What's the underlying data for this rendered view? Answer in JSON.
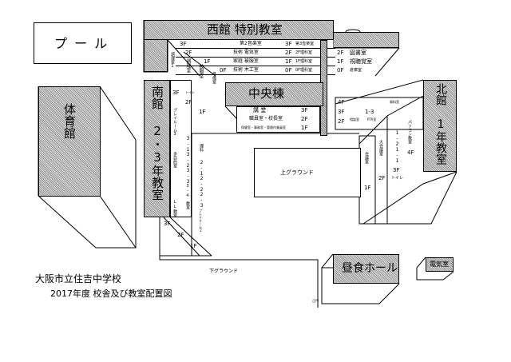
{
  "pool": "プ ー ル",
  "gym": "体育館",
  "west": {
    "title": "西館 特別教室",
    "rows": [
      {
        "floor": "3F",
        "room": "第2音楽室",
        "floor2": "3F",
        "room2": "第3音楽室"
      },
      {
        "floor": "2F",
        "room": "技術 電気室",
        "floor2": "2F",
        "room2": "2F理科室"
      },
      {
        "floor": "1F",
        "room": "家庭 被服室",
        "floor2": "1F",
        "room2": "1F理科室"
      },
      {
        "floor": "0F",
        "room": "技術 木工室",
        "floor2": "0F",
        "room2": "0F理科室"
      }
    ],
    "annex": [
      {
        "floor": "2F",
        "room": "図書室"
      },
      {
        "floor": "1F",
        "room": "視聴覚室"
      },
      {
        "floor": "0F",
        "room": "倉庫室"
      }
    ],
    "verticals": [
      "調理室1",
      "調理室",
      "被服室",
      "準備室"
    ]
  },
  "south": {
    "title": "南館 2・3年教室",
    "floors": [
      "3F",
      "2F",
      "1F"
    ],
    "toilet": "トイレ",
    "rooms": [
      "プレイルーム3",
      "多目的室",
      "3-1",
      "3-2",
      "3-3",
      "3-4",
      "LL教室",
      "教室",
      "理科",
      "2-1",
      "2-2",
      "2-3",
      "プレイルーム2"
    ],
    "stairs": [
      "3F",
      "2F",
      "1F"
    ]
  },
  "central": {
    "title": "中央棟",
    "rows": [
      {
        "room": "講 堂",
        "floor": "3F"
      },
      {
        "room": "職員室・校長室",
        "floor": "2F"
      },
      {
        "room": "保健室・事務室・管理作業員室",
        "floor": "1F"
      }
    ]
  },
  "north": {
    "title": "北館 1年教室",
    "floors": [
      "4F",
      "3F",
      "2F",
      "1F"
    ],
    "rooms": [
      "1-3",
      "1-2",
      "1-1",
      "パソコン教室",
      "大会議室",
      "会議室",
      "トイレ",
      "資料室",
      "PTA室",
      "相談室"
    ]
  },
  "upper_ground": "上グラウンド",
  "lower_ground": "下グラウンド",
  "lunch_hall": "昼食ホール",
  "electric_room": "電気室",
  "gate": "正門",
  "school_name": "大阪市立住吉中学校",
  "subtitle": "2017年度 校舎及び教室配置図"
}
